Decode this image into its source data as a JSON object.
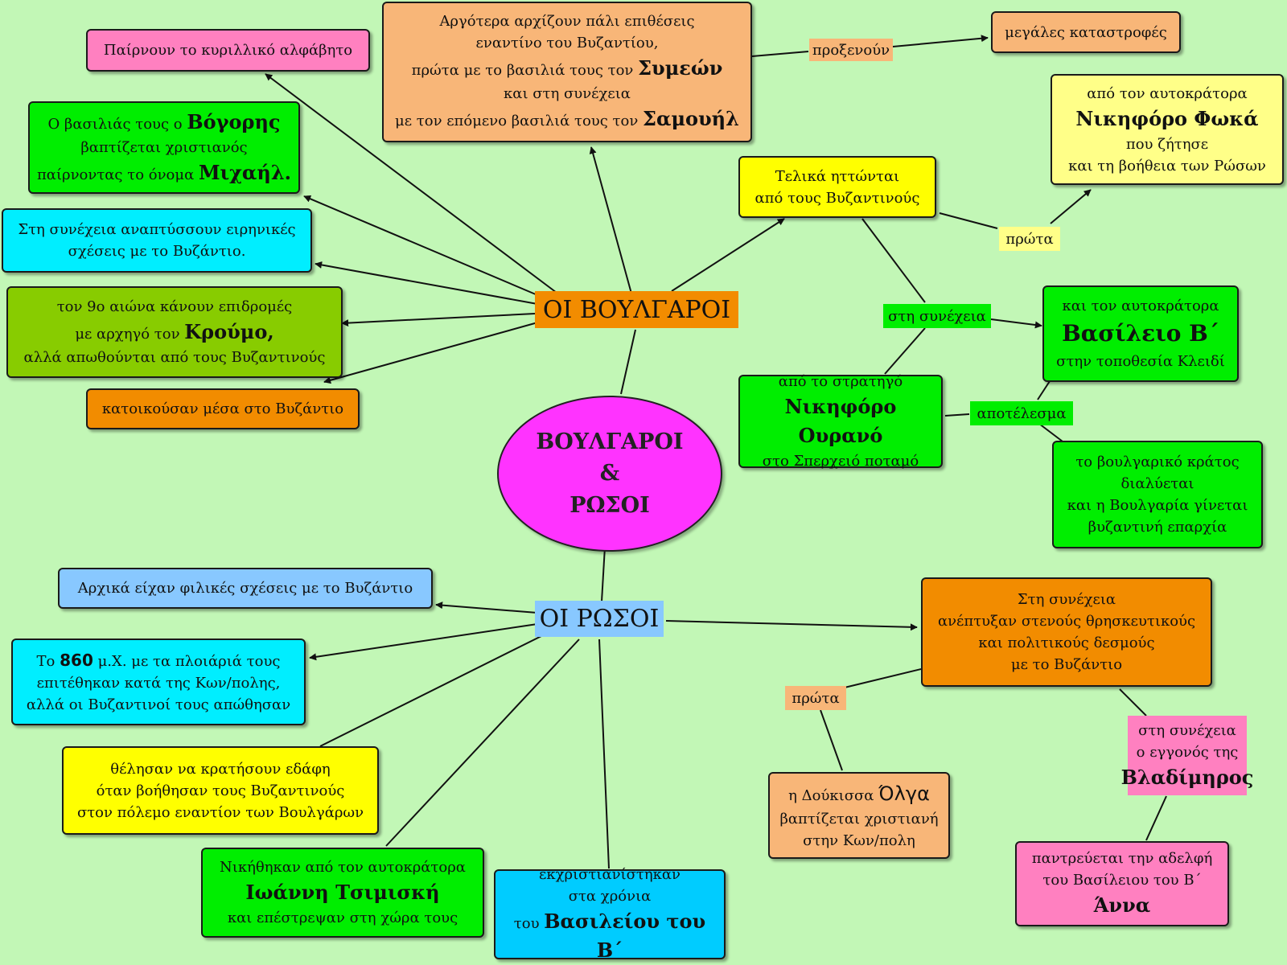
{
  "center": {
    "line1": "ΒΟΥΛΓΑΡΟΙ",
    "line2": "&",
    "line3": "ΡΩΣΟΙ"
  },
  "bulgarians": {
    "title": "ΟΙ ΒΟΥΛΓΑΡΟΙ",
    "cyrillic": "Παίρνουν το κυριλλικό αλφάβητο",
    "later": {
      "l1": "Αργότερα αρχίζουν πάλι επιθέσεις",
      "l2": "εναντίνο του Βυζαντίου,",
      "l3a": "πρώτα με το βασιλιά τους τον ",
      "l3b": "Συμεών",
      "l4": "και στη συνέχεια",
      "l5a": "με τον επόμενο βασιλιά τους τον ",
      "l5b": "Σαμουήλ"
    },
    "cause_label": "προξενούν",
    "disasters": "μεγάλες καταστροφές",
    "boris": {
      "l1a": "Ο βασιλιάς τους ο ",
      "l1b": "Βόγορης",
      "l2": "βαπτίζεται χριστιανός",
      "l3a": "παίρνοντας το όνομα ",
      "l3b": "Μιχαήλ."
    },
    "peace": {
      "l1": "Στη συνέχεια αναπτύσσουν ειρηνικές",
      "l2": "σχέσεις με το Βυζάντιο."
    },
    "krum": {
      "l1": "τον 9ο αιώνα κάνουν επιδρομές",
      "l2a": "με αρχηγό τον ",
      "l2b": "Κρούμο,",
      "l3": "αλλά απωθούνται από τους Βυζαντινούς"
    },
    "lived": "κατοικούσαν μέσα στο Βυζάντιο",
    "defeated": {
      "l1": "Τελικά ηττώνται",
      "l2": "από τους Βυζαντινούς"
    },
    "first_label": "πρώτα",
    "phokas": {
      "l1": "από τον αυτοκράτορα",
      "l2": "Νικηφόρο Φωκά",
      "l3": "που ζήτησε",
      "l4": "και τη βοήθεια των Ρώσων"
    },
    "next_label": "στη συνέχεια",
    "basil": {
      "l1": "και τον αυτοκράτορα",
      "l2": "Βασίλειο Β΄",
      "l3": "στην τοποθεσία Κλειδί"
    },
    "ouranos": {
      "l1": "από το στρατηγό",
      "l2": "Νικηφόρο Ουρανό",
      "l3": "στο Σπερχειό ποταμό"
    },
    "result_label": "αποτέλεσμα",
    "dissolved": {
      "l1": "το βουλγαρικό κράτος",
      "l2": "διαλύεται",
      "l3": "και η Βουλγαρία γίνεται",
      "l4": "βυζαντινή επαρχία"
    }
  },
  "russians": {
    "title": "ΟΙ ΡΩΣΟΙ",
    "friendly": "Αρχικά είχαν φιλικές σχέσεις με το Βυζάντιο",
    "attack860": {
      "l1a": "Το ",
      "l1b": "860",
      "l1c": " μ.Χ. με τα πλοιάριά τους",
      "l2": "επιτέθηκαν κατά της Κων/πολης,",
      "l3": "αλλά οι Βυζαντινοί τους απώθησαν"
    },
    "lands": {
      "l1": "θέλησαν να κρατήσουν εδάφη",
      "l2": "όταν βοήθησαν τους Βυζαντινούς",
      "l3": "στον πόλεμο εναντίον των Βουλγάρων"
    },
    "tzimiskes": {
      "l1": "Νικήθηκαν από τον αυτοκράτορα",
      "l2": "Ιωάννη Τσιμισκή",
      "l3": "και επέστρεψαν στη χώρα τους"
    },
    "christian": {
      "l1": "εκχριστιανίστηκαν",
      "l2": "στα χρόνια",
      "l3a": "του ",
      "l3b": "Βασιλείου του Β΄"
    },
    "ties": {
      "l1": "Στη συνέχεια",
      "l2": "ανέπτυξαν στενούς θρησκευτικούς",
      "l3": "και πολιτικούς δεσμούς",
      "l4": "με το Βυζάντιο"
    },
    "first_label": "πρώτα",
    "olga": {
      "l1a": "η Δούκισσα ",
      "l1b": "Όλγα",
      "l2": "βαπτίζεται χριστιανή",
      "l3": "στην Κων/πολη"
    },
    "vladimir": {
      "l1": "στη συνέχεια",
      "l2": "ο εγγονός της",
      "l3": "Βλαδίμηρος"
    },
    "anna": {
      "l1": "παντρεύεται την αδελφή",
      "l2": "του Βασίλειου του Β΄",
      "l3": "Άννα"
    }
  }
}
